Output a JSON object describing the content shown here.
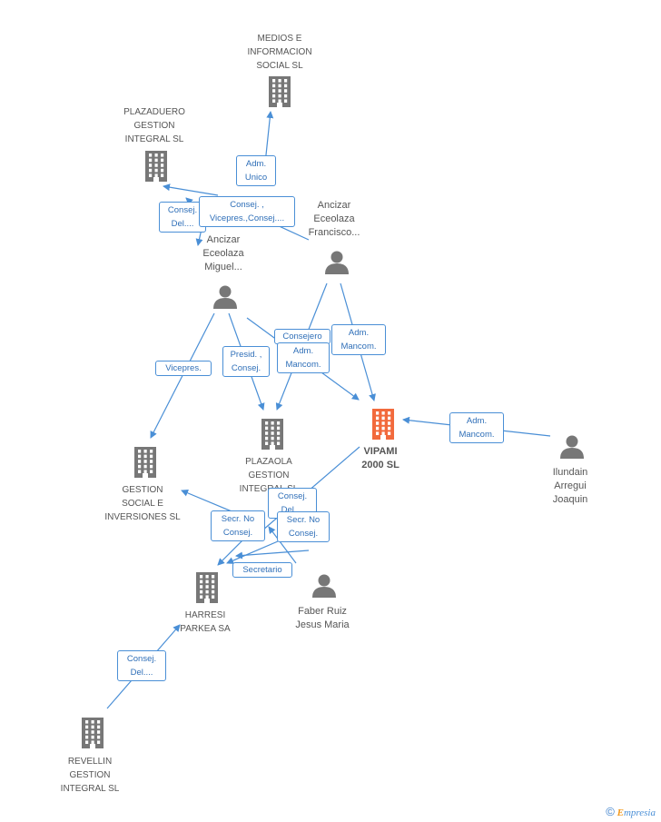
{
  "colors": {
    "edge": "#4a8fd6",
    "node": "#777777",
    "focus": "#f26a3d"
  },
  "nodes": [
    {
      "id": "medios",
      "type": "company",
      "lines": [
        "MEDIOS E",
        "INFORMACION",
        "SOCIAL SL"
      ],
      "size": "small"
    },
    {
      "id": "plazaduero",
      "type": "company",
      "lines": [
        "PLAZADUERO",
        "GESTION",
        "INTEGRAL SL"
      ],
      "size": "small"
    },
    {
      "id": "ancizar_francisco",
      "type": "person",
      "lines": [
        "Ancizar",
        "Eceolaza",
        "Francisco..."
      ]
    },
    {
      "id": "ancizar_miguel",
      "type": "person",
      "lines": [
        "Ancizar",
        "Eceolaza",
        "Miguel..."
      ]
    },
    {
      "id": "vipami",
      "type": "company",
      "focus": true,
      "lines": [
        "VIPAMI",
        "2000 SL"
      ]
    },
    {
      "id": "plazaola",
      "type": "company",
      "lines": [
        "PLAZAOLA",
        "GESTION",
        "INTEGRAL SL"
      ],
      "size": "small"
    },
    {
      "id": "gestion_social",
      "type": "company",
      "lines": [
        "GESTION",
        "SOCIAL E",
        "INVERSIONES SL"
      ],
      "size": "small"
    },
    {
      "id": "ilundain",
      "type": "person",
      "lines": [
        "Ilundain",
        "Arregui",
        "Joaquin"
      ]
    },
    {
      "id": "harresi",
      "type": "company",
      "lines": [
        "HARRESI",
        "PARKEA SA"
      ],
      "size": "small"
    },
    {
      "id": "faber",
      "type": "person",
      "lines": [
        "Faber Ruiz",
        "Jesus Maria"
      ]
    },
    {
      "id": "revellin",
      "type": "company",
      "lines": [
        "REVELLIN",
        "GESTION",
        "INTEGRAL SL"
      ],
      "size": "small"
    }
  ],
  "edge_labels": [
    {
      "id": "adm_unico",
      "lines": [
        "Adm.",
        "Unico"
      ]
    },
    {
      "id": "consej_del_1",
      "lines": [
        "Consej.",
        "Del...."
      ]
    },
    {
      "id": "consej_vicepres",
      "lines": [
        "Consej. ,",
        "Vicepres.,Consej...."
      ]
    },
    {
      "id": "consejero",
      "lines": [
        "Consejero"
      ]
    },
    {
      "id": "adm_mancom_1",
      "lines": [
        "Adm.",
        "Mancom."
      ]
    },
    {
      "id": "adm_mancom_2",
      "lines": [
        "Adm.",
        "Mancom."
      ]
    },
    {
      "id": "vicepres",
      "lines": [
        "Vicepres."
      ]
    },
    {
      "id": "presid_consej",
      "lines": [
        "Presid. ,",
        "Consej."
      ]
    },
    {
      "id": "adm_mancom_3",
      "lines": [
        "Adm.",
        "Mancom."
      ]
    },
    {
      "id": "consej_del_2",
      "lines": [
        "Consej.",
        "Del...."
      ]
    },
    {
      "id": "secr_no_consej_1",
      "lines": [
        "Secr.  No",
        "Consej."
      ]
    },
    {
      "id": "secr_no_consej_2",
      "lines": [
        "Secr.  No",
        "Consej."
      ]
    },
    {
      "id": "secretario",
      "lines": [
        "Secretario"
      ]
    },
    {
      "id": "consej_del_3",
      "lines": [
        "Consej.",
        "Del...."
      ]
    }
  ],
  "brand": {
    "symbol": "©",
    "initial": "E",
    "rest": "mpresia"
  }
}
